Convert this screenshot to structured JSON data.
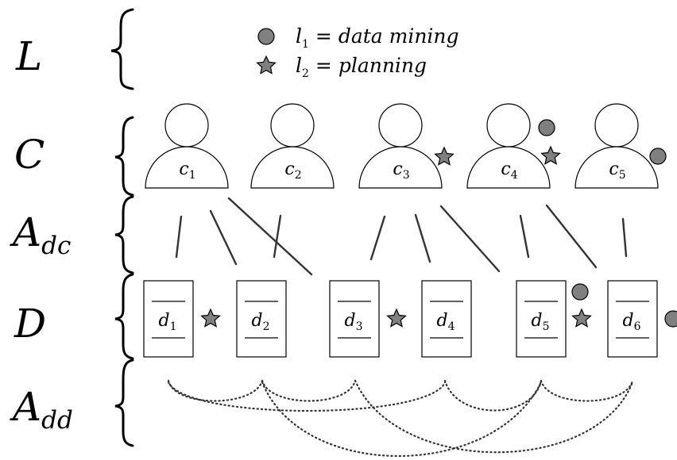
{
  "rows": [
    {
      "id": "L",
      "main": "L",
      "sub": ""
    },
    {
      "id": "C",
      "main": "C",
      "sub": ""
    },
    {
      "id": "A_dc",
      "main": "A",
      "sub": "dc"
    },
    {
      "id": "D",
      "main": "D",
      "sub": ""
    },
    {
      "id": "A_dd",
      "main": "A",
      "sub": "dd"
    }
  ],
  "legend": [
    {
      "shape": "circle",
      "var": "l",
      "sub": "1",
      "text": "= data mining"
    },
    {
      "shape": "star",
      "var": "l",
      "sub": "2",
      "text": "= planning"
    }
  ],
  "candidates": [
    {
      "var": "c",
      "sub": "1",
      "labels": []
    },
    {
      "var": "c",
      "sub": "2",
      "labels": []
    },
    {
      "var": "c",
      "sub": "3",
      "labels": [
        "star"
      ]
    },
    {
      "var": "c",
      "sub": "4",
      "labels": [
        "circle",
        "star"
      ]
    },
    {
      "var": "c",
      "sub": "5",
      "labels": [
        "circle"
      ]
    }
  ],
  "documents": [
    {
      "var": "d",
      "sub": "1",
      "labels": [
        "star"
      ]
    },
    {
      "var": "d",
      "sub": "2",
      "labels": []
    },
    {
      "var": "d",
      "sub": "3",
      "labels": [
        "star"
      ]
    },
    {
      "var": "d",
      "sub": "4",
      "labels": []
    },
    {
      "var": "d",
      "sub": "5",
      "labels": [
        "circle",
        "star"
      ]
    },
    {
      "var": "d",
      "sub": "6",
      "labels": [
        "circle"
      ]
    }
  ],
  "colors": {
    "marker_fill": "#808080",
    "stroke": "#000000",
    "edge": "#333333"
  }
}
